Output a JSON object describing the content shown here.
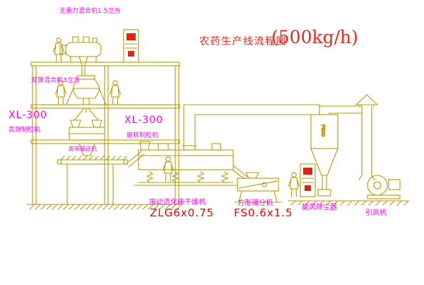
{
  "title": {
    "name": "农药生产线流程图",
    "capacity": "(500kg/h)"
  },
  "equipment_labels": {
    "gravity_mixer": "无重力混合机1.5立方",
    "cone_mixer": "双锥混合机3立方",
    "granulator_left_model": "XL-300",
    "granulator_left_name": "高效制粒机",
    "granulator_mid_model": "XL-300",
    "granulator_mid_name": "旋转制粒机",
    "belt_conveyor": "皮带输送机",
    "dryer_name": "振动流化床干燥机",
    "dryer_model": "ZLG6x0.75",
    "sieve_name": "方形筛分机",
    "sieve_model": "FS0.6x1.5",
    "cyclone": "旋风除尘器",
    "fan": "引风机",
    "duct_dim": "F600"
  },
  "colors": {
    "linework": "#b89b00",
    "label_magenta": "#ff00ff",
    "model_red": "#ff0000",
    "title_red": "#e8281e"
  }
}
